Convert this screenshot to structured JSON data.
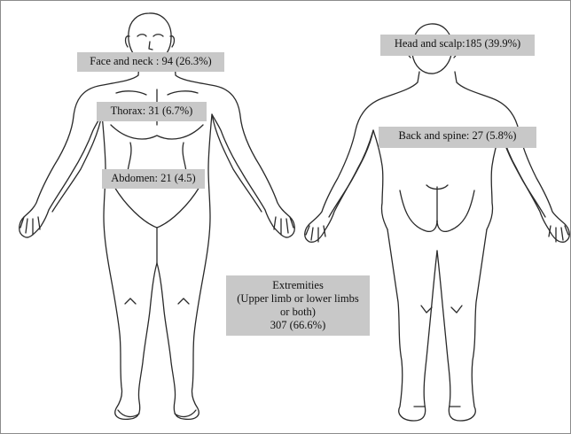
{
  "figure": {
    "labels": {
      "face_neck": "Face and neck : 94 (26.3%)",
      "thorax": "Thorax: 31 (6.7%)",
      "abdomen": "Abdomen: 21 (4.5)",
      "head_scalp": "Head and scalp:185 (39.9%)",
      "back_spine": "Back and spine: 27 (5.8%)",
      "extremities": {
        "line1": "Extremities",
        "line2": "(Upper limb or lower limbs",
        "line3": "or both)",
        "line4": "307 (66.6%)"
      }
    },
    "colors": {
      "label_background": "#c8c8c8",
      "outline": "#2a2a2a",
      "border": "#8c8c8c"
    }
  }
}
